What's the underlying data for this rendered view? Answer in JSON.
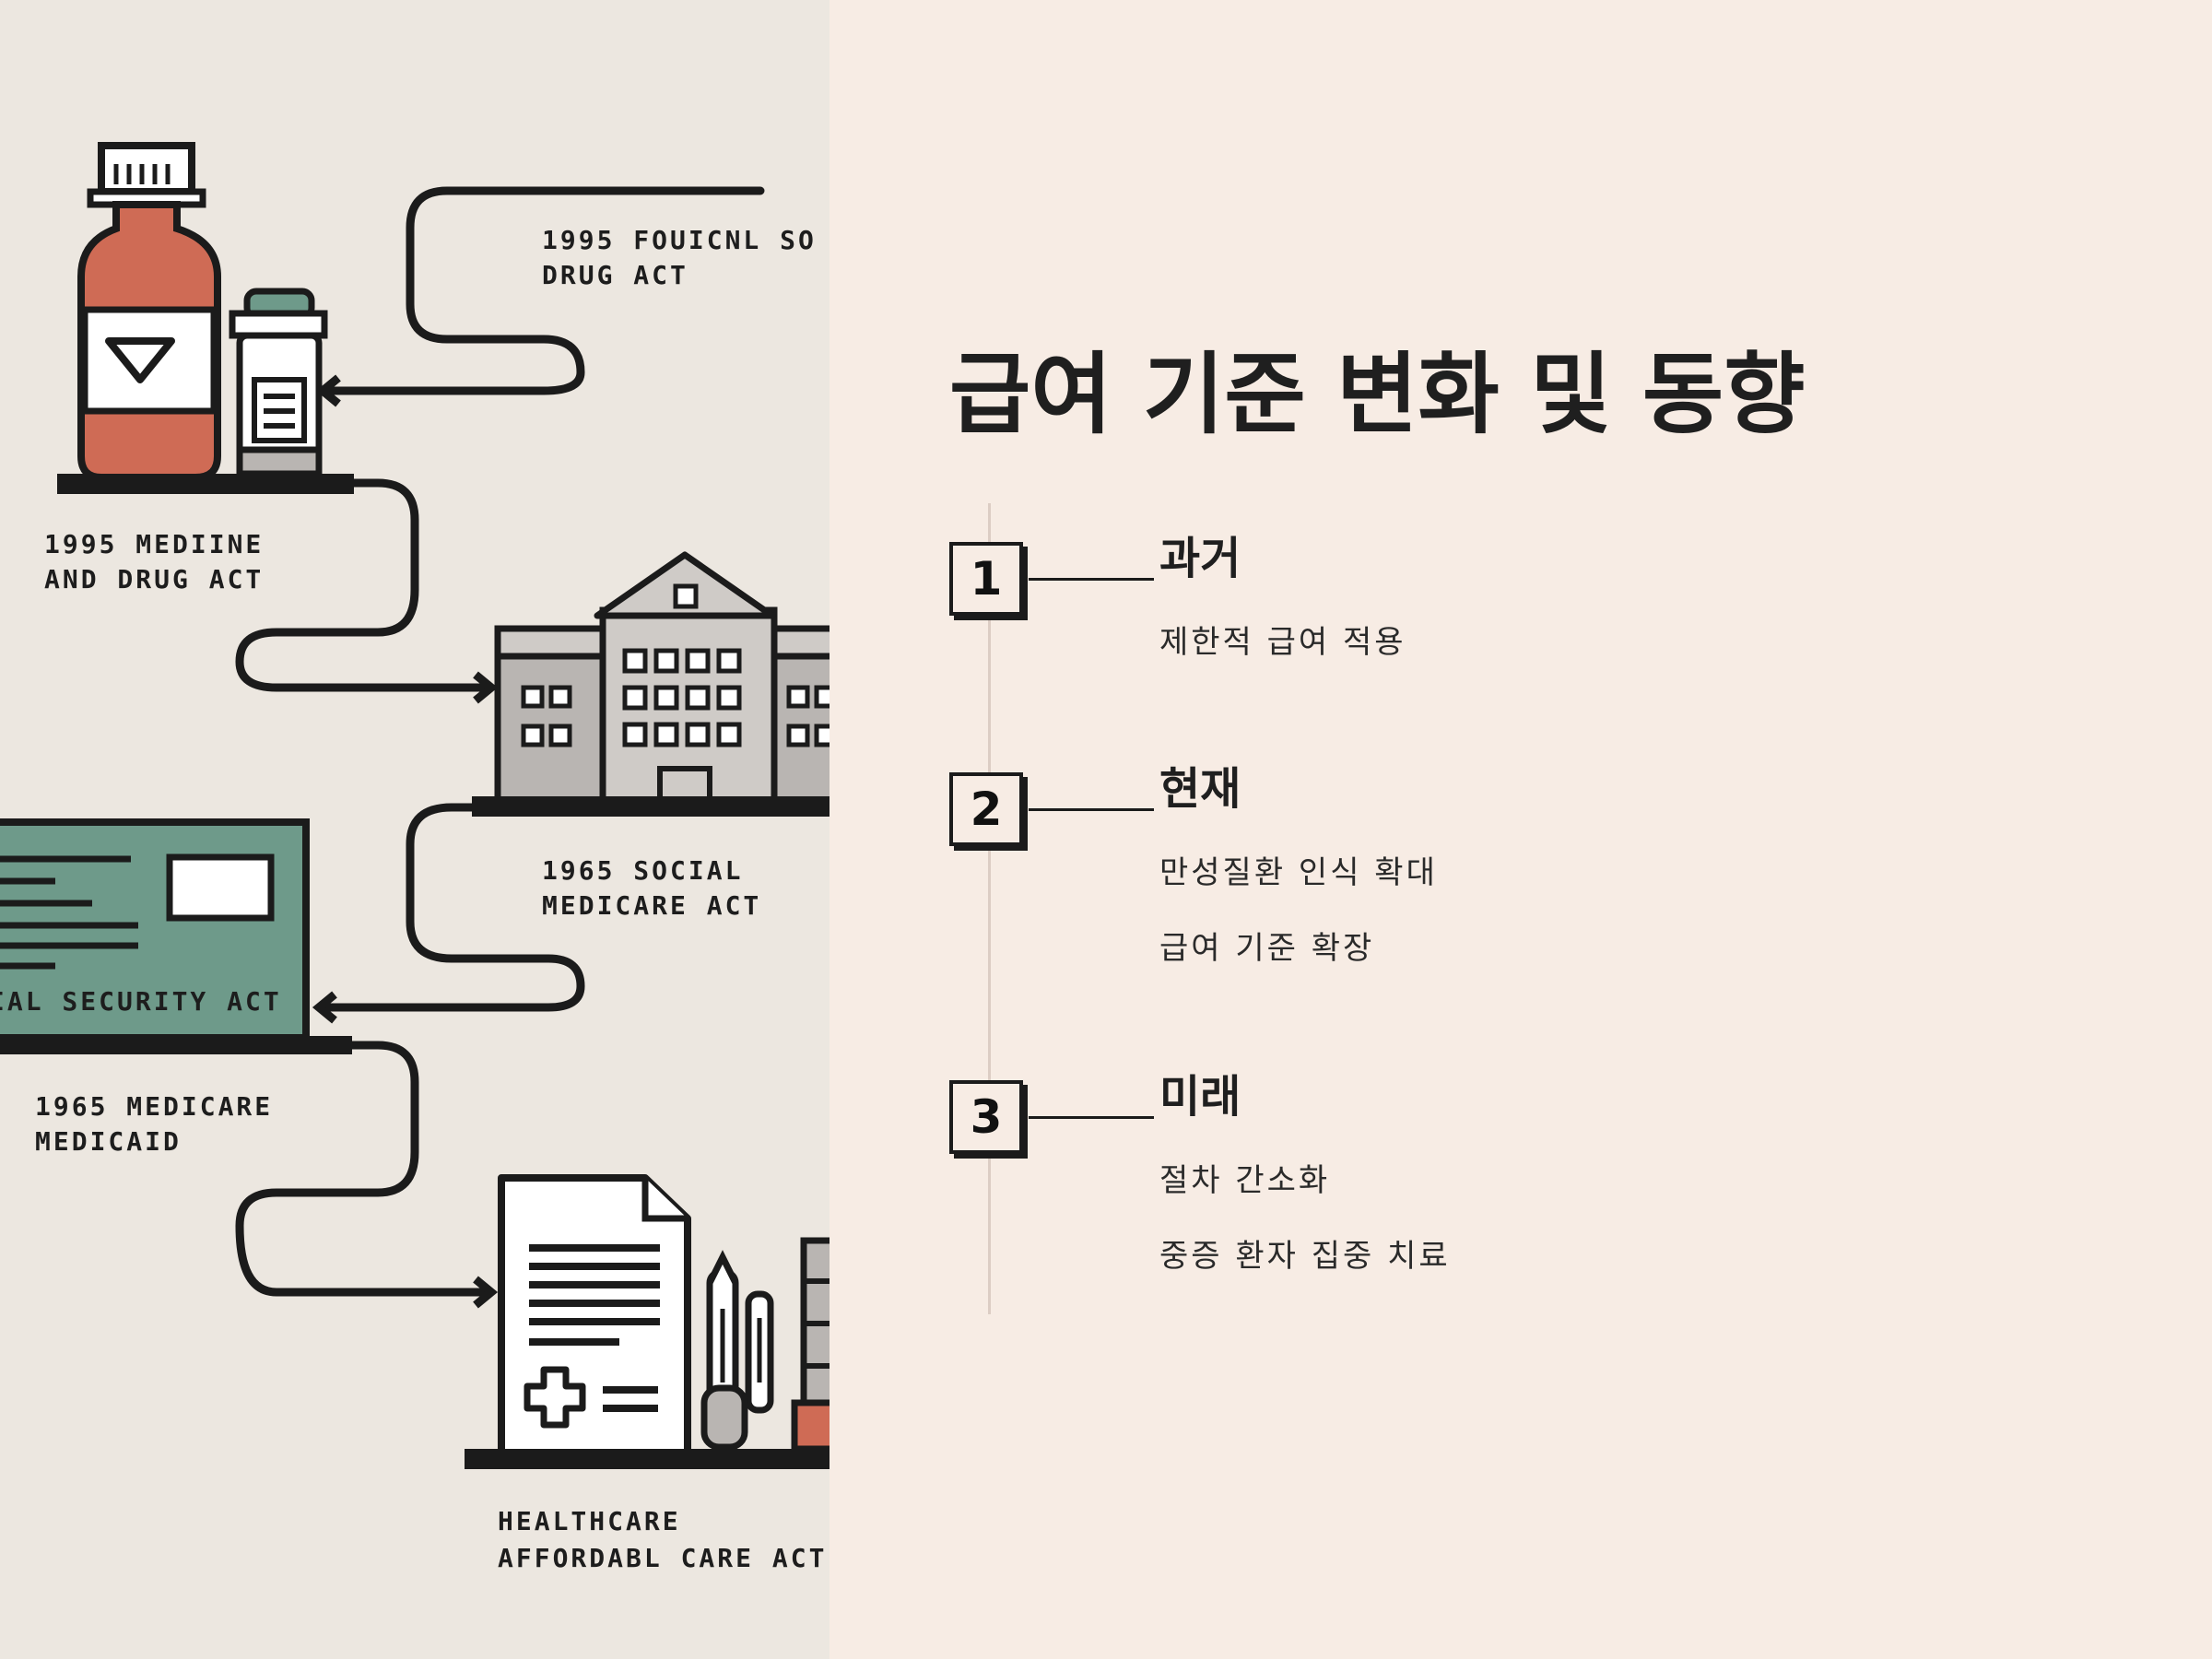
{
  "title": "급여 기준 변화 및 동향",
  "steps": [
    {
      "number": "1",
      "title": "과거",
      "items": [
        "제한적 급여 적용"
      ]
    },
    {
      "number": "2",
      "title": "현재",
      "items": [
        "만성질환 인식 확대",
        "급여 기준 확장"
      ]
    },
    {
      "number": "3",
      "title": "미래",
      "items": [
        "절차 간소화",
        "중증 환자 집중 치료"
      ]
    }
  ],
  "illustration": {
    "labels": {
      "drug_act_1": "1995 FOUICNL SO",
      "drug_act_2": "DRUG ACT",
      "medicine_act_1": "1995 MEDIINE",
      "medicine_act_2": "AND DRUG ACT",
      "social_medicare_1": "1965 SOCIAL",
      "social_medicare_2": "MEDICARE ACT",
      "security_act": "IAL SECURITY ACT",
      "medicaid_1": "1965 MEDICARE",
      "medicaid_2": "MEDICAID",
      "healthcare_1": "HEALTHCARE",
      "healthcare_2": "AFFORDABL CARE ACT"
    },
    "colors": {
      "ink": "#1b1b1b",
      "terracotta": "#cf6b55",
      "teal": "#6e9a8a",
      "gray": "#b9b5b2",
      "paper": "#ffffff"
    }
  }
}
